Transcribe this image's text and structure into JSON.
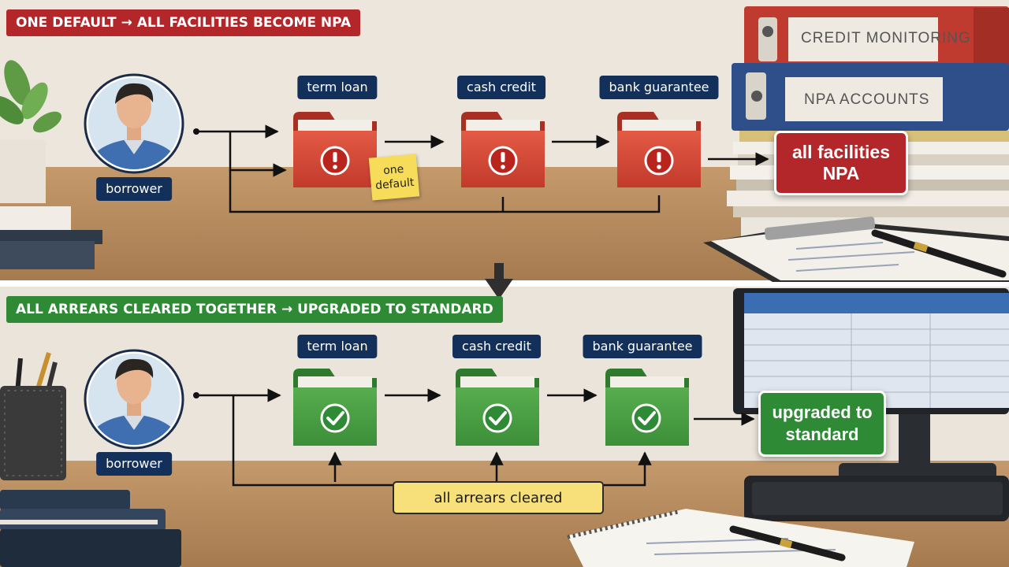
{
  "top_panel": {
    "banner": "ONE DEFAULT → ALL FACILITIES BECOME NPA",
    "borrower_label": "borrower",
    "facilities": [
      "term loan",
      "cash credit",
      "bank guarantee"
    ],
    "note": "one default",
    "outcome": "all facilities NPA",
    "status_icon": "exclamation-icon",
    "status_color": "#c8332b"
  },
  "bottom_panel": {
    "banner": "ALL ARREARS CLEARED TOGETHER → UPGRADED TO STANDARD",
    "borrower_label": "borrower",
    "facilities": [
      "term loan",
      "cash credit",
      "bank guarantee"
    ],
    "trigger": "all arrears cleared",
    "outcome": "upgraded to standard",
    "status_icon": "checkmark-icon",
    "status_color": "#3f9a3d"
  },
  "background": {
    "binder_labels": [
      "CREDIT MONITORING",
      "NPA ACCOUNTS"
    ]
  },
  "colors": {
    "red_banner": "#b3262a",
    "green_banner": "#2f8a36",
    "label_navy": "#12305a",
    "note_yellow": "#f6dc58"
  }
}
